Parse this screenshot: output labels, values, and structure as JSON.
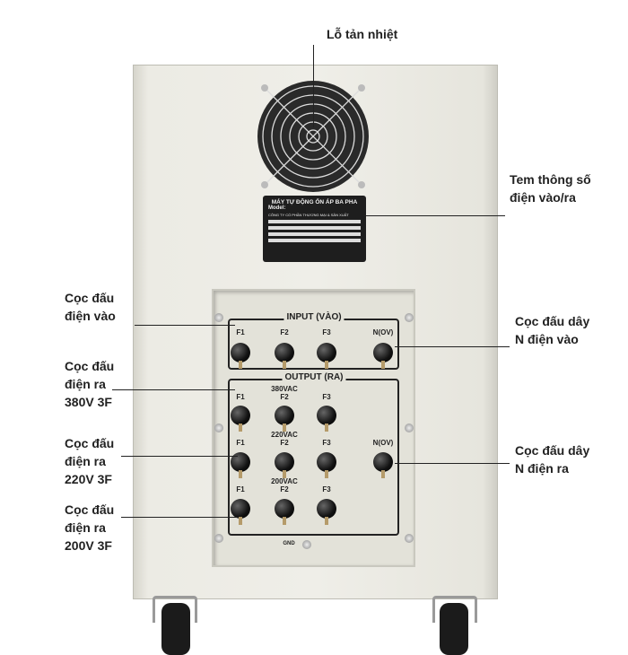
{
  "annotations": {
    "heat_vent": "Lỗ tản nhiệt",
    "spec_label": [
      "Tem thông số",
      "điện vào/ra"
    ],
    "input_terminals": [
      "Cọc đấu",
      "điện vào"
    ],
    "input_neutral": [
      "Cọc đấu dây",
      "N điện vào"
    ],
    "output_380": [
      "Cọc đấu",
      "điện ra",
      "380V 3F"
    ],
    "output_220": [
      "Cọc đấu",
      "điện ra",
      "220V 3F"
    ],
    "output_neutral": [
      "Cọc đấu dây",
      "N điện ra"
    ],
    "output_200": [
      "Cọc đấu",
      "điện ra",
      "200V 3F"
    ]
  },
  "plate": {
    "title": "MÁY TỰ ĐỘNG ỔN ÁP BA PHA",
    "model_label": "Model:",
    "maker": "CÔNG TY CỔ PHẦN THƯƠNG MẠI & SẢN XUẤT"
  },
  "panel": {
    "input_title": "INPUT (VÀO)",
    "output_title": "OUTPUT (RA)",
    "phases": [
      "F1",
      "F2",
      "F3"
    ],
    "neutral": "N(OV)",
    "v380": "380VAC",
    "v220": "220VAC",
    "v200": "200VAC",
    "gnd": "GND"
  }
}
